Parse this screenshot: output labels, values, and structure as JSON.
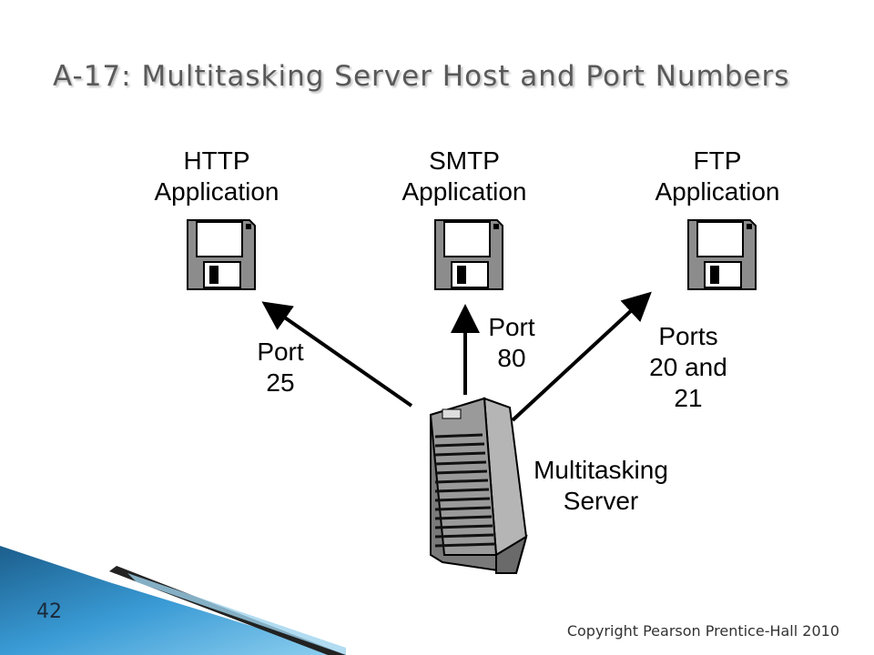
{
  "slide": {
    "title": "A-17: Multitasking Server Host and Port Numbers",
    "page_number": "42",
    "copyright": "Copyright Pearson Prentice-Hall 2010"
  },
  "applications": [
    {
      "name": "HTTP",
      "type": "Application",
      "icon": "floppy-disk-icon"
    },
    {
      "name": "SMTP",
      "type": "Application",
      "icon": "floppy-disk-icon"
    },
    {
      "name": "FTP",
      "type": "Application",
      "icon": "floppy-disk-icon"
    }
  ],
  "ports": [
    {
      "line1": "Port",
      "line2": "25"
    },
    {
      "line1": "Port",
      "line2": "80"
    },
    {
      "line1": "Ports",
      "line2": "20 and",
      "line3": "21"
    }
  ],
  "server": {
    "line1": "Multitasking",
    "line2": "Server",
    "icon": "tower-server-icon"
  },
  "colors": {
    "accent_blue": "#2e86c1",
    "title_gray": "#595959"
  }
}
